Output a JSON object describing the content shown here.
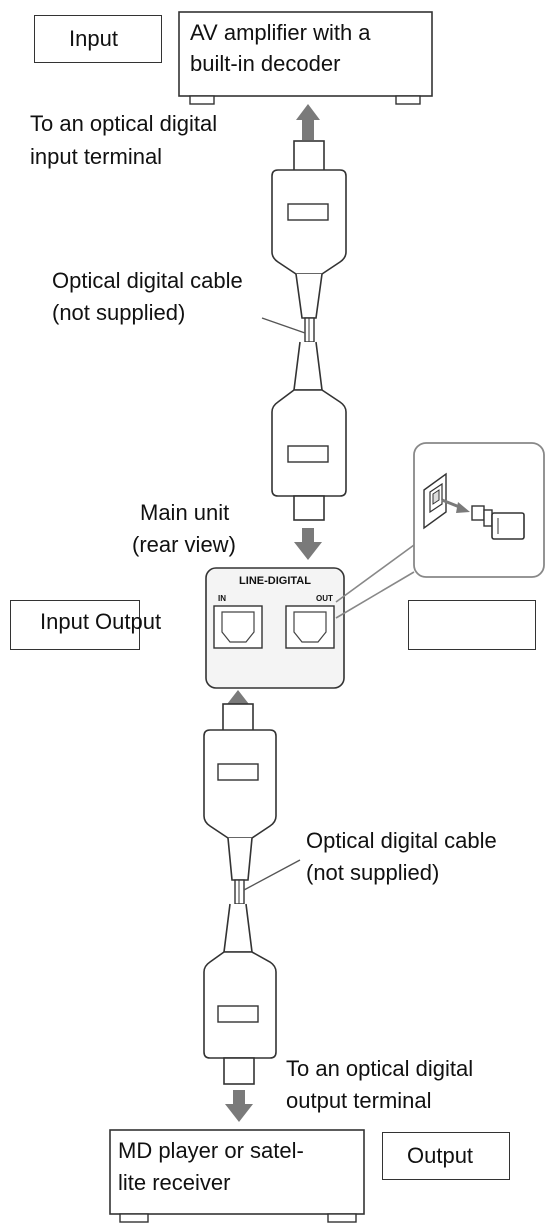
{
  "colors": {
    "arrow": "#7a7a7a",
    "line": "#333333",
    "panel_fill": "#f4f4f4"
  },
  "top_device": {
    "tag": "Input",
    "name_line1": "AV amplifier with a",
    "name_line2": "built-in decoder",
    "terminal_line1": "To an optical digital",
    "terminal_line2": "input terminal"
  },
  "upper_cable": {
    "label_line1": "Optical digital cable",
    "label_line2": "(not supplied)"
  },
  "main_unit": {
    "label_line1": "Main unit",
    "label_line2": "(rear view)",
    "panel_title": "LINE-DIGITAL",
    "port_in": "IN",
    "port_out": "OUT",
    "side_label": "Input Output"
  },
  "lower_cable": {
    "label_line1": "Optical digital cable",
    "label_line2": "(not supplied)"
  },
  "bottom_device": {
    "terminal_line1": "To an optical digital",
    "terminal_line2": "output terminal",
    "name_line1": "MD player or satel-",
    "name_line2": "lite receiver",
    "tag": "Output"
  }
}
